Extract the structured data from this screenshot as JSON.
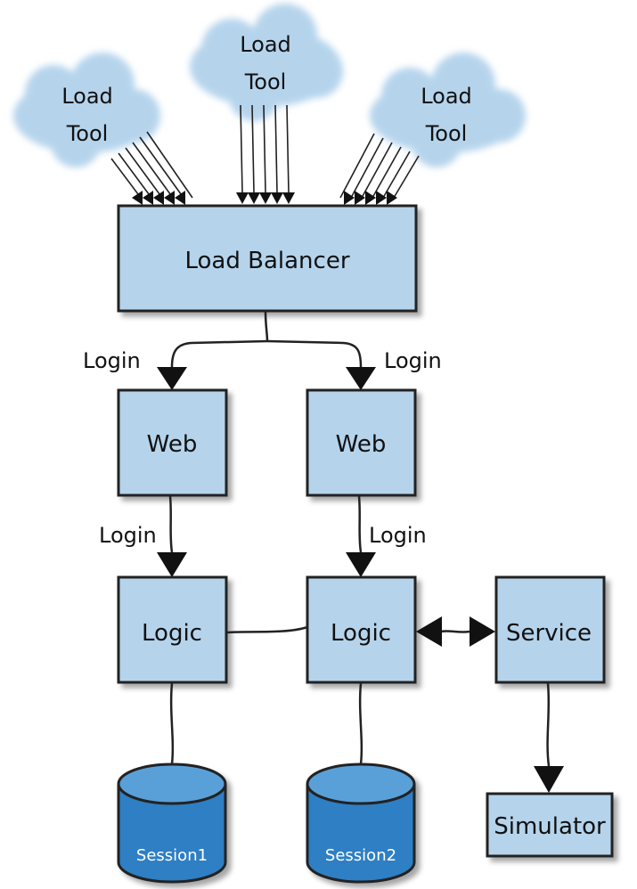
{
  "clouds": [
    {
      "line1": "Load",
      "line2": "Tool"
    },
    {
      "line1": "Load",
      "line2": "Tool"
    },
    {
      "line1": "Load",
      "line2": "Tool"
    }
  ],
  "nodes": {
    "load_balancer": "Load Balancer",
    "web_left": "Web",
    "web_right": "Web",
    "logic_left": "Logic",
    "logic_right": "Logic",
    "service": "Service",
    "simulator": "Simulator"
  },
  "edges": {
    "lb_to_web_left": "Login",
    "lb_to_web_right": "Login",
    "web_left_to_logic": "Login",
    "web_right_to_logic": "Login"
  },
  "databases": {
    "session1": "Session1",
    "session2": "Session2"
  },
  "colors": {
    "box_fill": "#b5d4ec",
    "cloud_fill": "#b5d4ec",
    "db_fill": "#3a86c8",
    "stroke": "#222222"
  }
}
